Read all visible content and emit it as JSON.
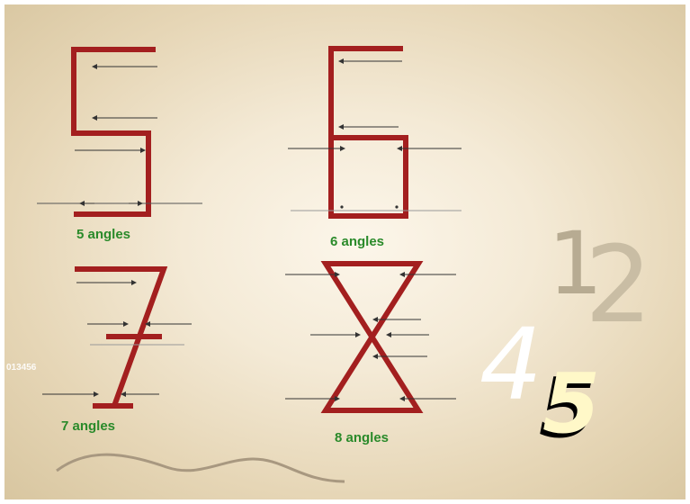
{
  "digits": [
    {
      "id": "five",
      "glyph": "5",
      "label": "5 angles"
    },
    {
      "id": "six",
      "glyph": "6",
      "label": "6 angles"
    },
    {
      "id": "seven",
      "glyph": "7",
      "label": "7 angles"
    },
    {
      "id": "eight",
      "glyph": "8",
      "label": "8 angles"
    }
  ],
  "side_code": "013456",
  "decor_numbers": [
    "1",
    "2",
    "4",
    "5"
  ],
  "colors": {
    "digit_stroke": "#a31f1f",
    "arrow": "#333333",
    "label": "#2a8a2a",
    "background": "#f4ead6"
  }
}
